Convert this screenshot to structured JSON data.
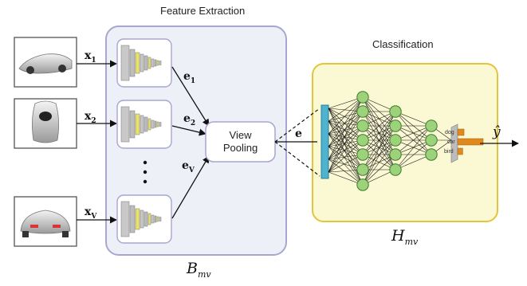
{
  "sections": {
    "feature_extraction": "Feature Extraction",
    "classification": "Classification"
  },
  "inputs": [
    {
      "sym": "x",
      "sub": "1"
    },
    {
      "sym": "x",
      "sub": "2"
    },
    {
      "sym": "x",
      "sub": "V"
    }
  ],
  "embeddings": [
    {
      "sym": "e",
      "sub": "1"
    },
    {
      "sym": "e",
      "sub": "2"
    },
    {
      "sym": "e",
      "sub": "V"
    }
  ],
  "pooling": {
    "line1": "View",
    "line2": "Pooling"
  },
  "pooled": {
    "sym": "e"
  },
  "classes": [
    "dog",
    "car",
    "bird"
  ],
  "output": {
    "sym": "ŷ"
  },
  "labels": {
    "bmv": {
      "sym": "B",
      "sub": "mv"
    },
    "hmv": {
      "sym": "H",
      "sub": "mv"
    }
  },
  "colors": {
    "feature_panel_fill": "#eef0f7",
    "feature_panel_stroke": "#a8a6cf",
    "class_panel_fill": "#fbf8d4",
    "class_panel_stroke": "#e2c53a",
    "node_fill": "#9bd27a",
    "node_stroke": "#3f7a2c",
    "input_layer": "#4fb3d0",
    "bar_fill": "#e08a1e"
  },
  "class_bar_values": [
    0.25,
    1.0,
    0.2
  ]
}
